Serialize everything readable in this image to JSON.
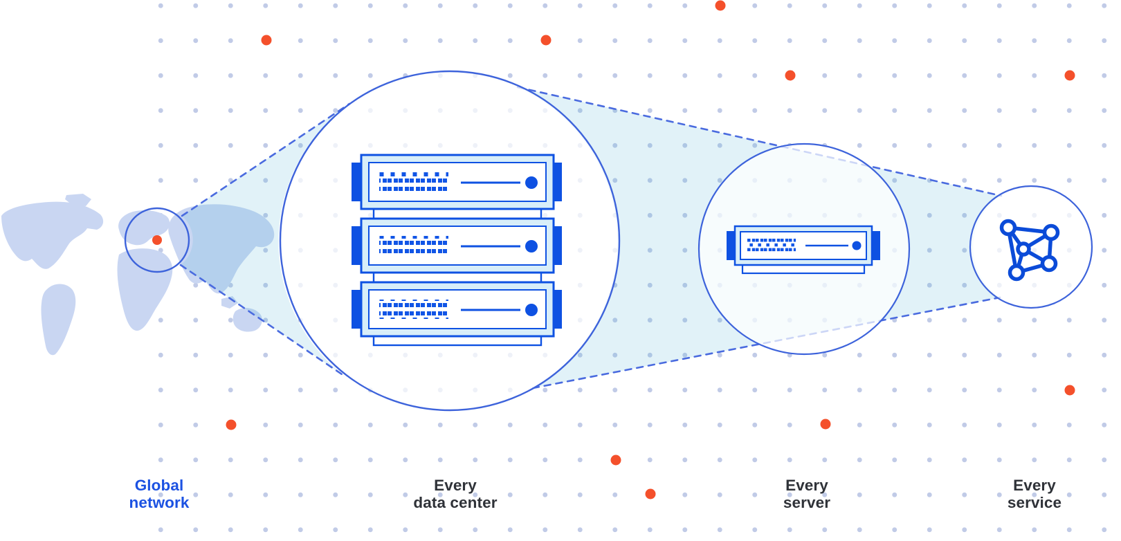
{
  "diagram": {
    "title_implicit": "",
    "stages": [
      {
        "id": "global-network",
        "line1": "Global",
        "line2": "network",
        "accent": true
      },
      {
        "id": "every-data-center",
        "line1": "Every",
        "line2": "data center",
        "accent": false
      },
      {
        "id": "every-server",
        "line1": "Every",
        "line2": "server",
        "accent": false
      },
      {
        "id": "every-service",
        "line1": "Every",
        "line2": "service",
        "accent": false
      }
    ],
    "icons": [
      "world-map",
      "location-marker-dot",
      "map-zoom-circle",
      "server-rack-3u",
      "server-unit",
      "network-graph"
    ],
    "colors": {
      "background": "#FFFFFF",
      "grid_dot": "#C1CBE7",
      "accent_orange": "#F4502B",
      "accent_blue_label": "#1C52E2",
      "icon_stroke_blue": "#0E51E2",
      "icon_fill_light_blue": "#D8EEF9",
      "circle_outline_blue": "#3D63DB",
      "dashed_line_blue": "#4A6BDF",
      "beam_fill_teal": "#E1F3F8",
      "map_fill": "#C9D6F2",
      "label_dark": "#2F3238"
    }
  }
}
